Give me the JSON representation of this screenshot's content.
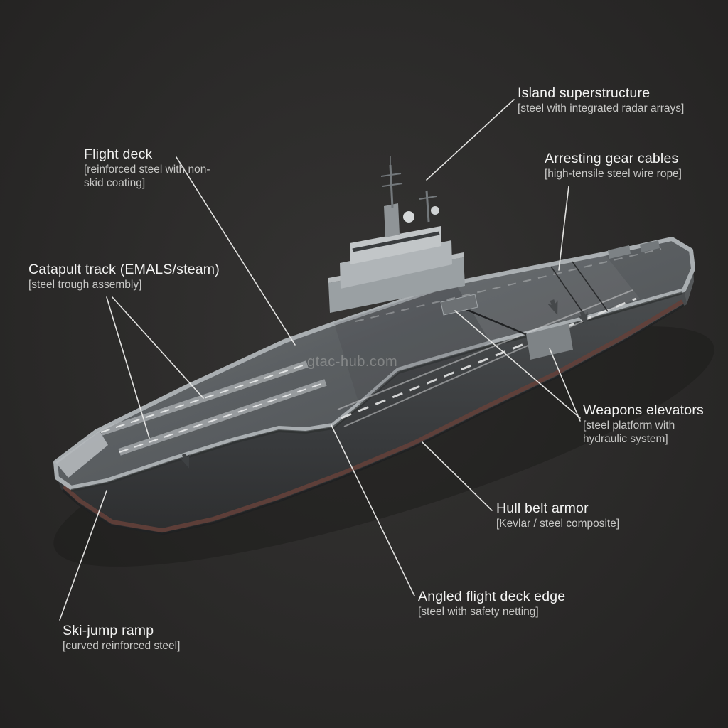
{
  "scene": {
    "watermark": "gtac-hub.com"
  },
  "colors": {
    "background": "#2b2a29",
    "deck_surface": "#585c5f",
    "deck_edge": "#a9aeb1",
    "hull": "#3e4143",
    "waterline_stripe": "#63403a",
    "leader_line": "#ececea",
    "label_title": "#f3f3f2",
    "label_subtitle": "#c7c7c5"
  },
  "annotations": [
    {
      "id": "island-superstructure",
      "title": "Island superstructure",
      "subtitle": "[steel with integrated radar arrays]"
    },
    {
      "id": "flight-deck",
      "title": "Flight deck",
      "subtitle": "[reinforced steel with non-skid coating]"
    },
    {
      "id": "arresting-gear-cables",
      "title": "Arresting gear cables",
      "subtitle": "[high-tensile steel wire rope]"
    },
    {
      "id": "catapult-track",
      "title": "Catapult track (EMALS/steam)",
      "subtitle": "[steel trough assembly]"
    },
    {
      "id": "weapons-elevators",
      "title": "Weapons elevators",
      "subtitle": "[steel platform with hydraulic system]"
    },
    {
      "id": "hull-belt-armor",
      "title": "Hull belt armor",
      "subtitle": "[Kevlar / steel composite]"
    },
    {
      "id": "angled-flight-deck-edge",
      "title": "Angled flight deck edge",
      "subtitle": "[steel with safety netting]"
    },
    {
      "id": "ski-jump-ramp",
      "title": "Ski-jump ramp",
      "subtitle": "[curved reinforced steel]"
    }
  ]
}
